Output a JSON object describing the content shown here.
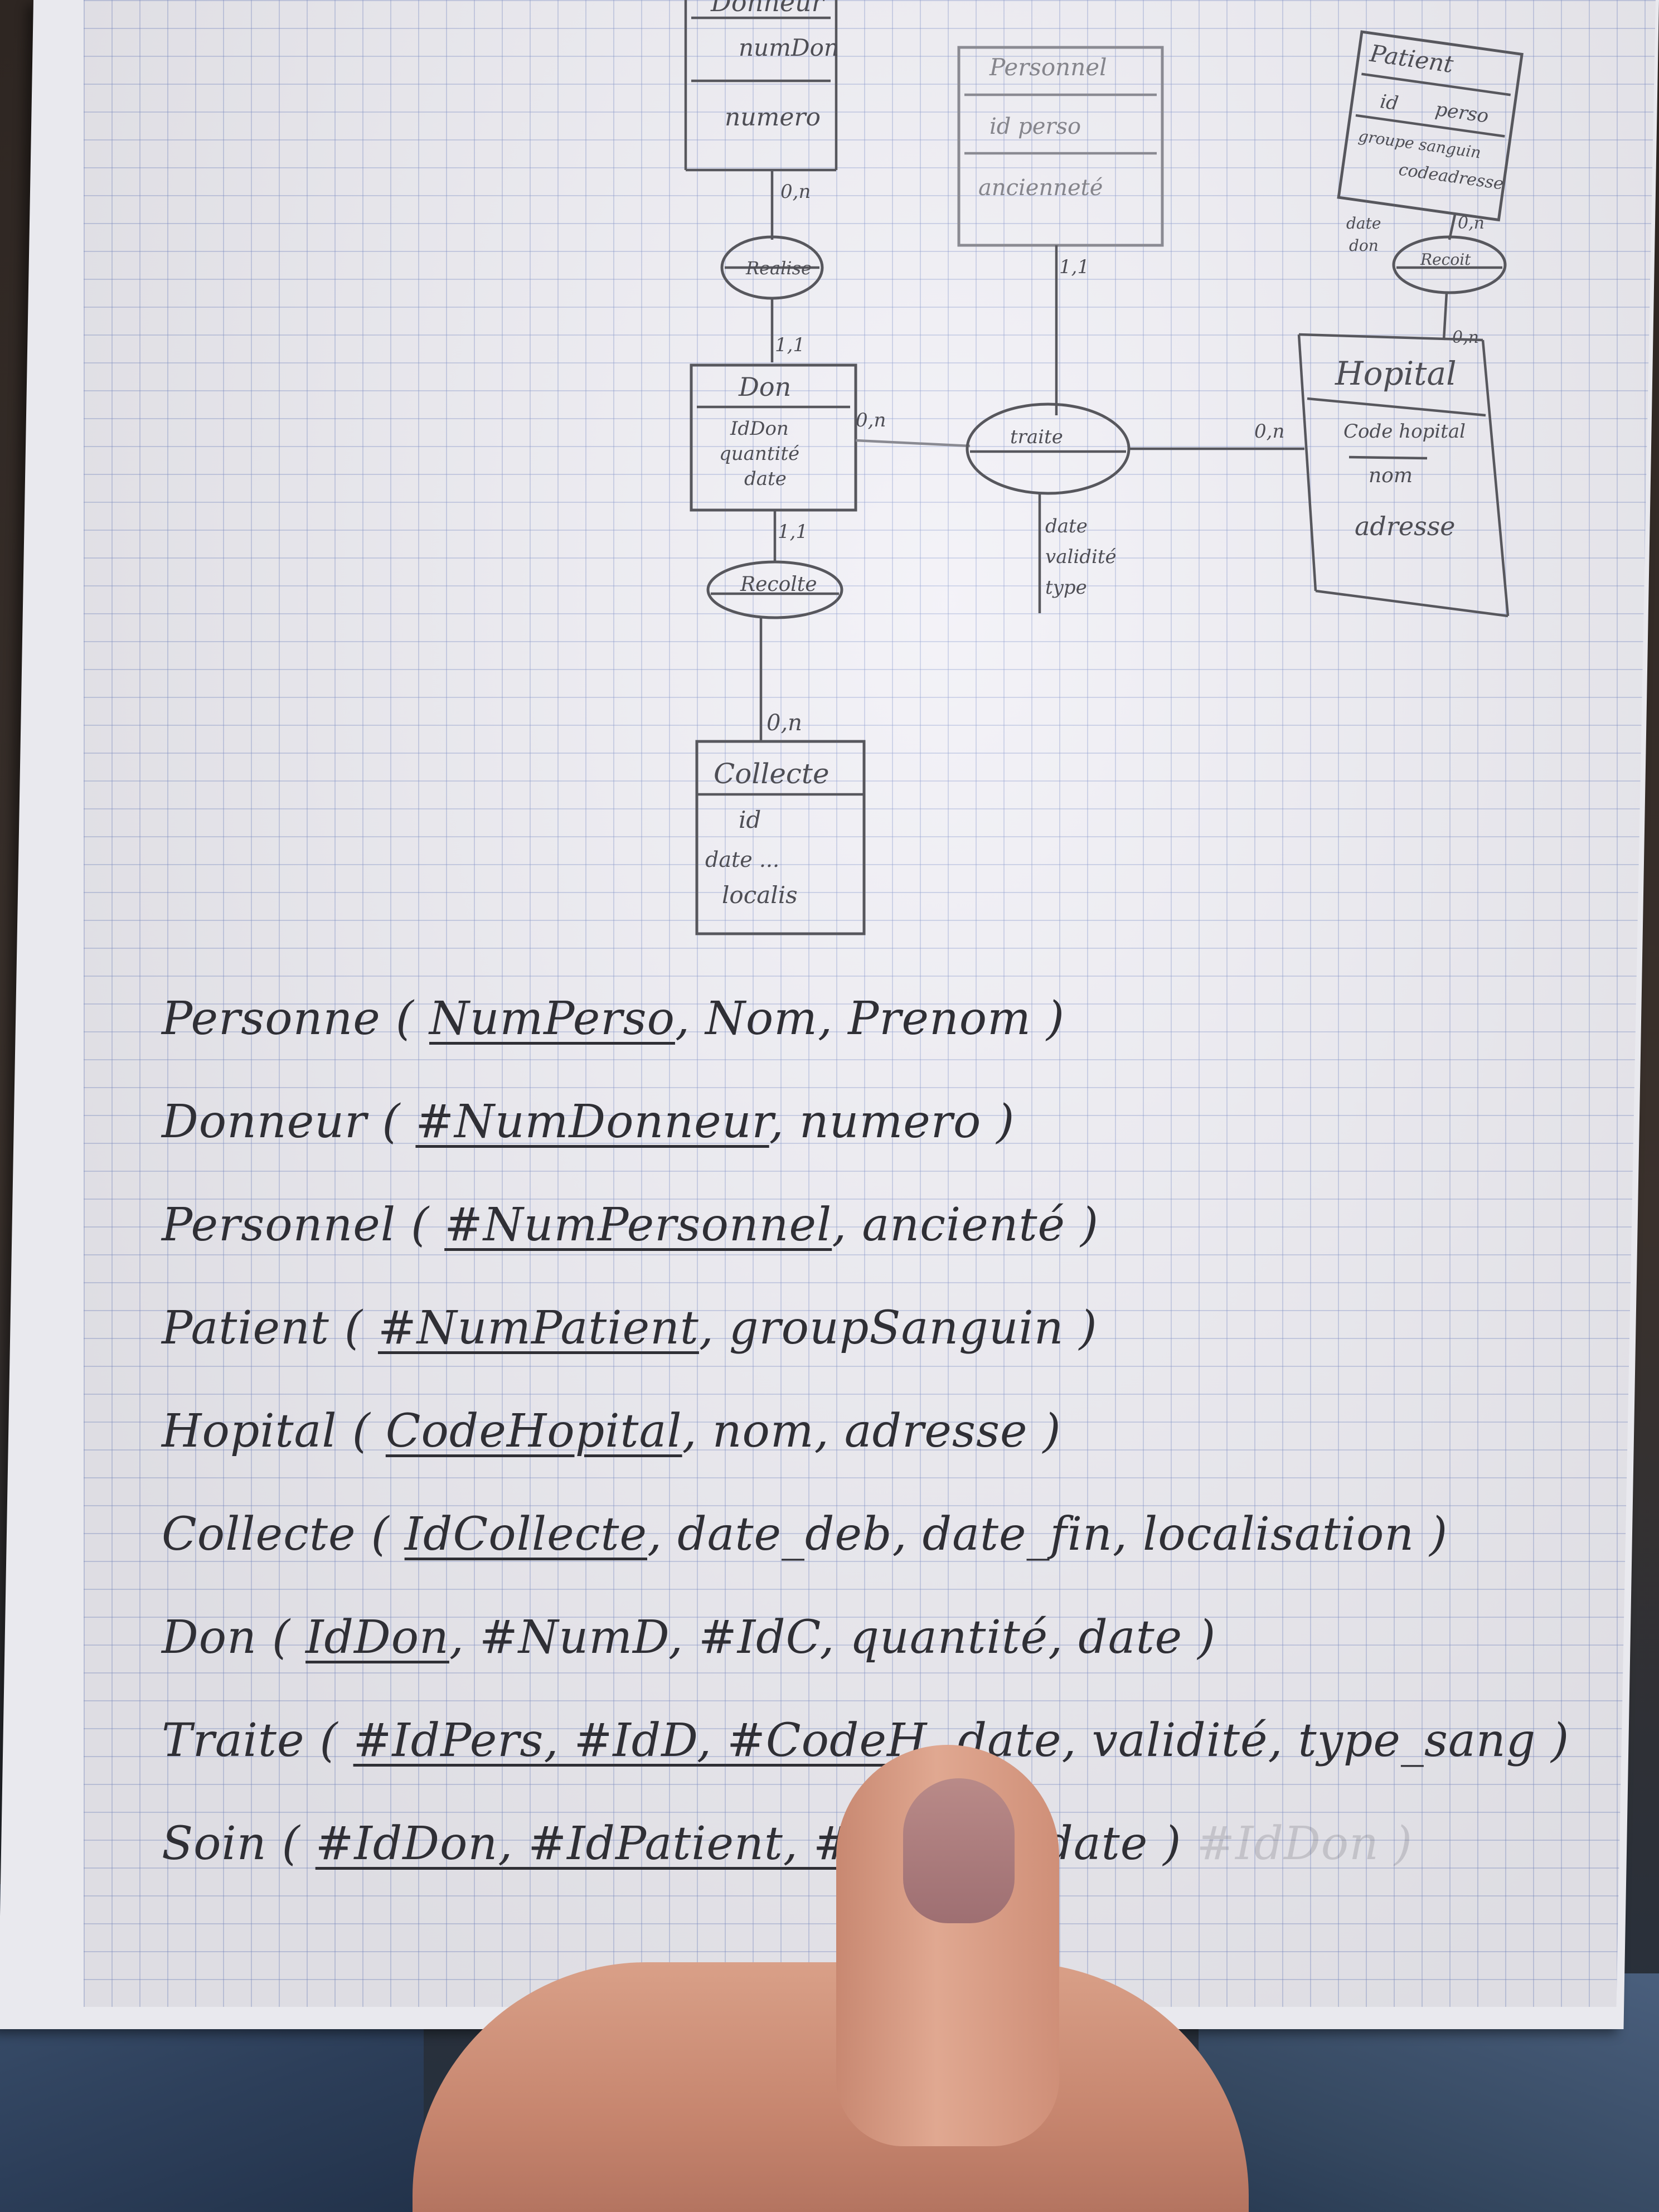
{
  "entities": {
    "donneur": {
      "title": "Donneur",
      "attrs": [
        "numDon",
        "numero"
      ]
    },
    "personnel": {
      "title": "Personnel",
      "attrs": [
        "id perso",
        "ancienneté"
      ]
    },
    "patient": {
      "title": "Patient",
      "attrs": [
        "id",
        "perso",
        "groupe sanguin",
        "codeadresse"
      ]
    },
    "don": {
      "title": "Don",
      "attrs": [
        "IdDon",
        "quantité",
        "date"
      ]
    },
    "hopital": {
      "title": "Hopital",
      "attrs": [
        "Code hopital",
        "nom",
        "adresse"
      ]
    },
    "collecte": {
      "title": "Collecte",
      "attrs": [
        "id",
        "date ...",
        "localis"
      ]
    }
  },
  "associations": {
    "realise": {
      "label": "Realise"
    },
    "traite": {
      "label": "traite",
      "attrs": [
        "date",
        "validité",
        "type"
      ]
    },
    "recoit": {
      "label": "Recoit",
      "attrs": [
        "date",
        "don"
      ]
    },
    "recolte": {
      "label": "Recolte"
    }
  },
  "cardinalities": {
    "donneur_realise": "0,n",
    "realise_don": "1,1",
    "don_traite": "0,n",
    "personnel_traite": "1,1",
    "hopital_traite": "0,n",
    "patient_recoit": "0,n",
    "hopital_recoit": "0,n",
    "don_recolte": "1,1",
    "collecte_recolte": "0,n"
  },
  "schema": [
    {
      "name": "Personne",
      "pk": "NumPerso",
      "rest": ", Nom, Prenom )"
    },
    {
      "name": "Donneur",
      "pk": "#NumDonneur",
      "rest": ", numero )"
    },
    {
      "name": "Personnel",
      "pk": "#NumPersonnel",
      "rest": ", ancienté )"
    },
    {
      "name": "Patient",
      "pk": "#NumPatient",
      "rest": ", groupSanguin )"
    },
    {
      "name": "Hopital",
      "pk": "CodeHopital",
      "rest": ", nom, adresse )"
    },
    {
      "name": "Collecte",
      "pk": "IdCollecte",
      "rest": ", date_deb, date_fin, localisation )"
    },
    {
      "name": "Don",
      "pk": "IdDon",
      "rest": ", #NumD, #IdC, quantité, date )"
    },
    {
      "name": "Traite",
      "pk": "#IdPers, #IdD, #CodeH",
      "rest": ", date, validité, type_sang )"
    },
    {
      "name": "Soin",
      "pk": "#IdDon, #IdPatient, #CodeH",
      "rest": ", date )",
      "ghost": "#IdDon )"
    }
  ]
}
